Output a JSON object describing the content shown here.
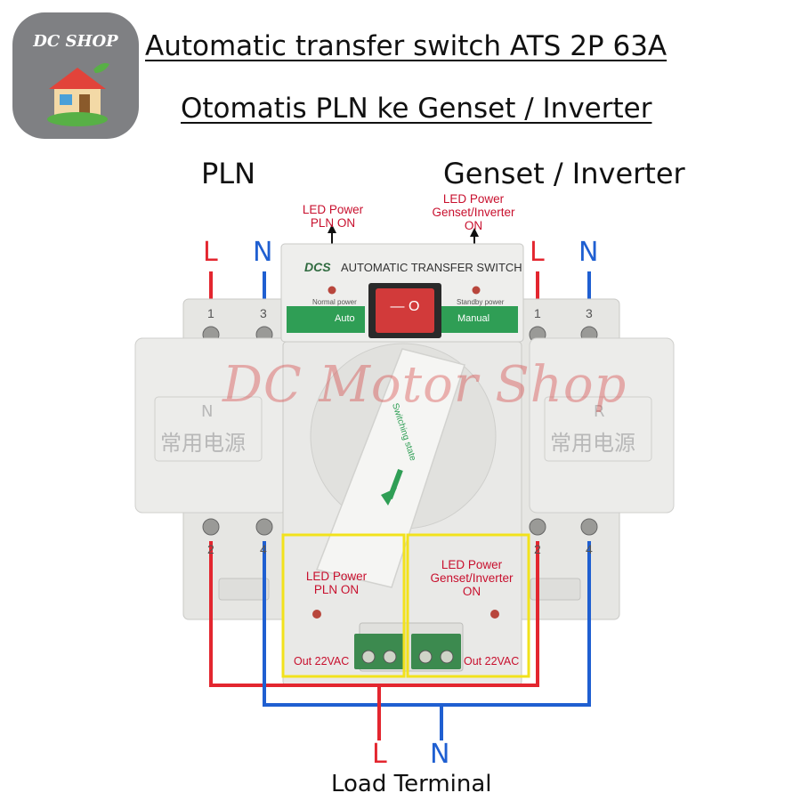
{
  "logo": {
    "text": "DC SHOP"
  },
  "header": {
    "title": "Automatic transfer switch ATS 2P 63A",
    "subtitle": "Otomatis PLN ke Genset / Inverter"
  },
  "sources": {
    "left": "PLN",
    "right": "Genset / Inverter"
  },
  "notes": {
    "top_left": [
      "LED Power",
      "PLN ON"
    ],
    "top_right": [
      "LED Power",
      "Genset/Inverter",
      "ON"
    ],
    "bottom_left": [
      "LED Power",
      "PLN ON"
    ],
    "bottom_right": [
      "LED Power",
      "Genset/Inverter",
      "ON"
    ],
    "out_left": "Out 22VAC",
    "out_right": "Out 22VAC"
  },
  "wires": {
    "top_left_L": "L",
    "top_left_N": "N",
    "top_right_L": "L",
    "top_right_N": "N",
    "bottom_L": "L",
    "bottom_N": "N"
  },
  "terminals": {
    "left_top": [
      "1",
      "3"
    ],
    "right_top": [
      "1",
      "3"
    ],
    "left_bottom": [
      "2",
      "4"
    ],
    "right_bottom": [
      "2",
      "4"
    ]
  },
  "device": {
    "brand": "DCS",
    "header_text": "AUTOMATIC TRANSFER SWITCH",
    "normal_power": "Normal power",
    "standby_power": "Standby power",
    "auto": "Auto",
    "manual": "Manual",
    "rocker": "— O",
    "handle_text": "Switching state",
    "left_module_letter": "N",
    "right_module_letter": "R",
    "cjk_label": "常用电源"
  },
  "watermark": "DC Motor Shop",
  "footer": {
    "load_terminal": "Load Terminal"
  },
  "colors": {
    "live": "#e3262f",
    "neutral": "#1f5fd1",
    "highlight": "#f2e21c",
    "device_body": "#e9e9e7",
    "tab_green": "#2f9e55",
    "rocker_red": "#d23a3a"
  }
}
